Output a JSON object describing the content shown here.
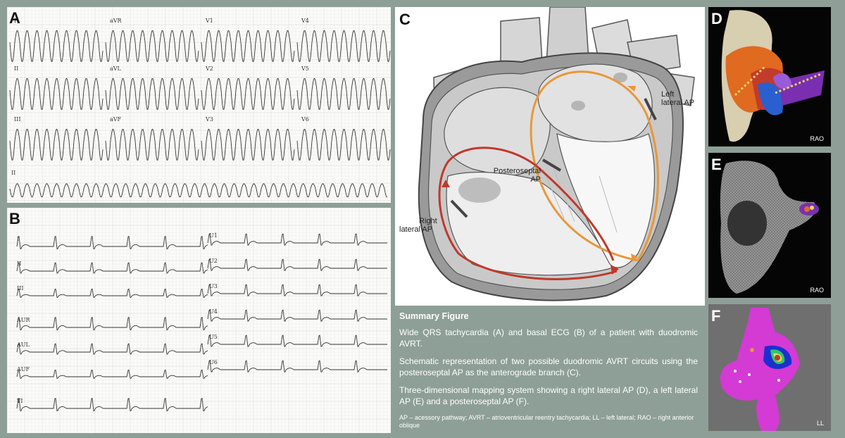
{
  "panels": {
    "a": "A",
    "b": "B",
    "c": "C",
    "d": "D",
    "e": "E",
    "f": "F"
  },
  "ecg_a": {
    "leads": [
      "I",
      "aVR",
      "V1",
      "V4",
      "II",
      "aVL",
      "V2",
      "V5",
      "III",
      "aVF",
      "V3",
      "V6",
      "II"
    ]
  },
  "ecg_b": {
    "leads": [
      "I",
      "II",
      "III",
      "AUR",
      "AUL",
      "AUF",
      "TI",
      "U1",
      "U2",
      "U3",
      "U4",
      "U5",
      "U6"
    ]
  },
  "heart": {
    "left_lateral_ap": [
      "Left",
      "lateral AP"
    ],
    "posteroseptal_ap": [
      "Posteroseptal",
      "AP"
    ],
    "right_lateral_ap": [
      "Right",
      "lateral AP"
    ]
  },
  "maps": {
    "d_view": "RAO",
    "e_view": "RAO",
    "f_view": "LL"
  },
  "summary": {
    "title": "Summary Figure",
    "p1": "Wide QRS tachycardia (A) and basal ECG (B) of a patient with duodromic AVRT.",
    "p2": "Schematic representation of two possible duodromic AVRT circuits using the posteroseptal AP as the anterograde branch (C).",
    "p3": "Three-dimensional mapping system showing a right lateral AP (D), a left lateral AP (E) and a posteroseptal AP (F).",
    "abbreviations": "AP – acessory pathway; AVRT – atrioventricular reentry tachycardia; LL – left lateral; RAO – right anterior oblique"
  },
  "colors": {
    "background": "#8e9f98",
    "red_circuit": "#c0392b",
    "orange_circuit": "#e8973a",
    "map_magenta": "#d43ad4"
  }
}
